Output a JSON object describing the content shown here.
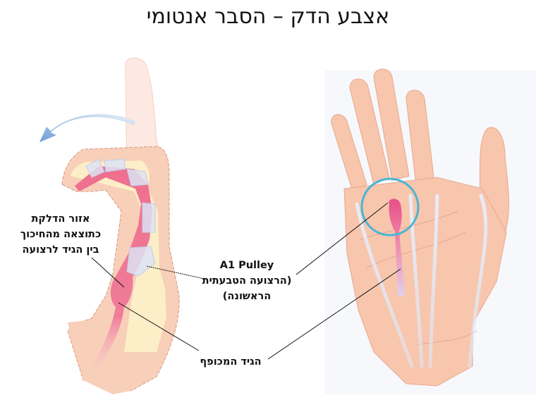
{
  "title": "אצבע הדק – הסבר אנטומי",
  "labels": {
    "inflammation": {
      "lines": [
        "אזור הדלקת",
        "כתוצאה מהחיכוך",
        "בין הגיד לרצועה"
      ]
    },
    "pulley": {
      "lines": [
        "A1 Pulley",
        "(הרצועה הטבעתית",
        "הראשונה)"
      ]
    },
    "tendon": {
      "lines": [
        "הגיד המכופף"
      ]
    }
  },
  "figures": {
    "left": "side-view-bent-finger",
    "right": "palm-view-hand"
  },
  "colors": {
    "skin": "#f7cdb4",
    "skin_light": "#fbe0d2",
    "bone": "#fcefc8",
    "tendon": "#ef6f8e",
    "pulley": "#dde3f5",
    "arrow": "#7aa6d8",
    "circle": "#4ab6d3",
    "leader_line": "#111111"
  }
}
